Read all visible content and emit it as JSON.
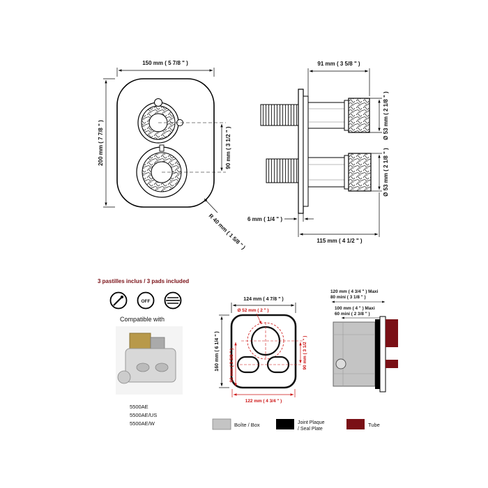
{
  "front_view": {
    "dim_width": "150 mm ( 5 7/8 \" )",
    "dim_height": "200 mm ( 7 7/8 \" )",
    "dim_centers": "90 mm ( 3 1/2 \" )",
    "dim_radius": "R 40 mm ( 1 5/8 \" )"
  },
  "side_view": {
    "dim_depth": "91 mm ( 3 5/8 \" )",
    "dim_knob_top": "Ø 53 mm ( 2 1/8 \" )",
    "dim_knob_bottom": "Ø 53 mm ( 2 1/8 \" )",
    "dim_plate_thickness": "6 mm ( 1/4 \" )",
    "dim_total_depth": "115 mm ( 4 1/2 \" )"
  },
  "pads": {
    "title": "3 pastilles inclus / 3 pads included",
    "off_label": "OFF"
  },
  "compat": {
    "title": "Compatible with",
    "models": [
      "5500AE",
      "5500AE/US",
      "5500AE/W"
    ]
  },
  "box_front": {
    "dim_top": "124 mm ( 4 7/8 \" )",
    "dim_circle": "Ø 52 mm ( 2 \" )",
    "dim_left_outer": "160 mm ( 6 1/4 \" )",
    "dim_left_inner": "92 mm ( 3 5/8 \" )",
    "dim_right": "90 mm ( 3 1/2 \" )",
    "dim_bottom": "122 mm ( 4 3/4 \" )"
  },
  "box_side": {
    "dim_depth_max": "120 mm ( 4 3/4 \" ) Maxi",
    "dim_depth_min": "80 mini ( 3 1/8 \" )",
    "dim_inner_max": "100 mm ( 4 \" ) Maxi",
    "dim_inner_min": "60 mini ( 2 3/8 \" )"
  },
  "legend": {
    "box_label": "Boîte / Box",
    "seal_label_1": "Joint Plaque",
    "seal_label_2": "/ Seal Plate",
    "tube_label": "Tube",
    "colors": {
      "box": "#c4c4c4",
      "seal": "#000000",
      "tube": "#7a1016",
      "dim_red": "#cc1111"
    }
  }
}
